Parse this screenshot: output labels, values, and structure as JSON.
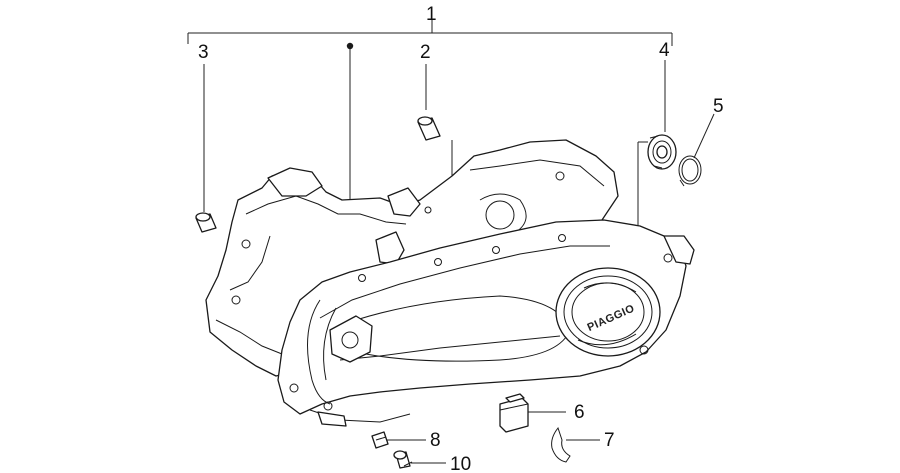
{
  "callouts": {
    "c1": "1",
    "c2": "2",
    "c3": "3",
    "c4": "4",
    "c5": "5",
    "c6": "6",
    "c7": "7",
    "c8": "8",
    "c10": "10"
  },
  "cover": {
    "brand": "PIAGGIO"
  }
}
